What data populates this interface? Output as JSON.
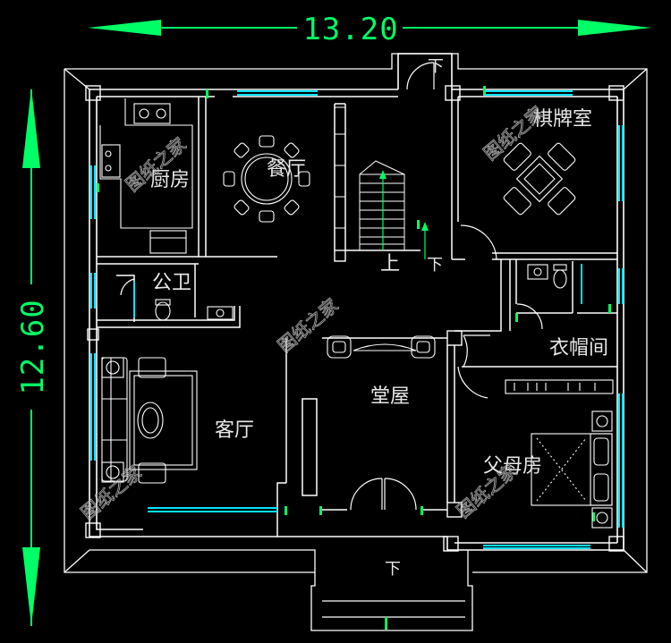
{
  "dimensions": {
    "width_label": "13.20",
    "height_label": "12.60"
  },
  "rooms": {
    "kitchen": "厨房",
    "dining": "餐厅",
    "chess_room": "棋牌室",
    "public_bath": "公卫",
    "up": "上",
    "down": "下",
    "down_top": "下",
    "down_bottom": "下",
    "closet": "衣帽间",
    "main_hall": "堂屋",
    "living": "客厅",
    "parents_room": "父母房"
  },
  "watermark": {
    "text": "图纸之家"
  },
  "colors": {
    "background": "#000000",
    "wall": "#ffffff",
    "dimension": "#00ff66",
    "window": "#00e5ff",
    "text": "#e8e8e8"
  }
}
